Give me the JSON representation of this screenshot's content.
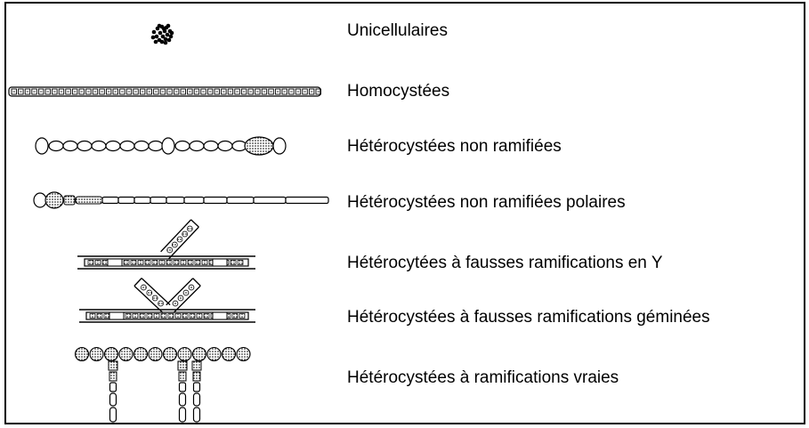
{
  "colors": {
    "line": "#000000",
    "background": "#ffffff"
  },
  "rows": [
    {
      "key": "unicellulaires",
      "label": "Unicellulaires",
      "icon": "unicellular-cluster-icon"
    },
    {
      "key": "homocystees",
      "label": "Homocystées",
      "icon": "homocyst-filament-icon"
    },
    {
      "key": "heterocystees",
      "label": "Hétérocystées non ramifiées",
      "icon": "heterocyst-filament-icon"
    },
    {
      "key": "heterocystees-polaires",
      "label": "Hétérocystées non ramifiées polaires",
      "icon": "polar-heterocyst-filament-icon"
    },
    {
      "key": "fausses-y",
      "label": "Hétérocytées à fausses ramifications en Y",
      "icon": "false-branching-y-icon"
    },
    {
      "key": "fausses-geminees",
      "label": "Hétérocystées à fausses ramifications géminées",
      "icon": "false-branching-paired-icon"
    },
    {
      "key": "vraies",
      "label": "Hétérocystées à ramifications vraies",
      "icon": "true-branching-icon"
    }
  ]
}
